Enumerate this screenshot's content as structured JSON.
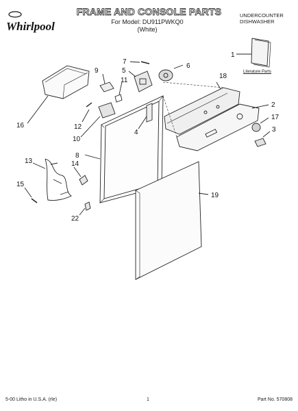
{
  "header": {
    "brand": "Whirlpool",
    "title": "FRAME AND CONSOLE PARTS",
    "model_line": "For Model: DU911PWKQ0",
    "color_line": "(White)",
    "dishwasher_type": [
      "UNDERCOUNTER",
      "DISHWASHER"
    ]
  },
  "diagram": {
    "callouts": [
      "1",
      "2",
      "3",
      "4",
      "5",
      "6",
      "7",
      "8",
      "9",
      "10",
      "11",
      "12",
      "13",
      "14",
      "15",
      "16",
      "17",
      "18",
      "19",
      "22"
    ],
    "literature_label": "Literature Parts"
  },
  "footer": {
    "print_code": "5-00 Litho in U.S.A. (rle)",
    "page_number": "1",
    "part_number": "Part No. 570808"
  }
}
